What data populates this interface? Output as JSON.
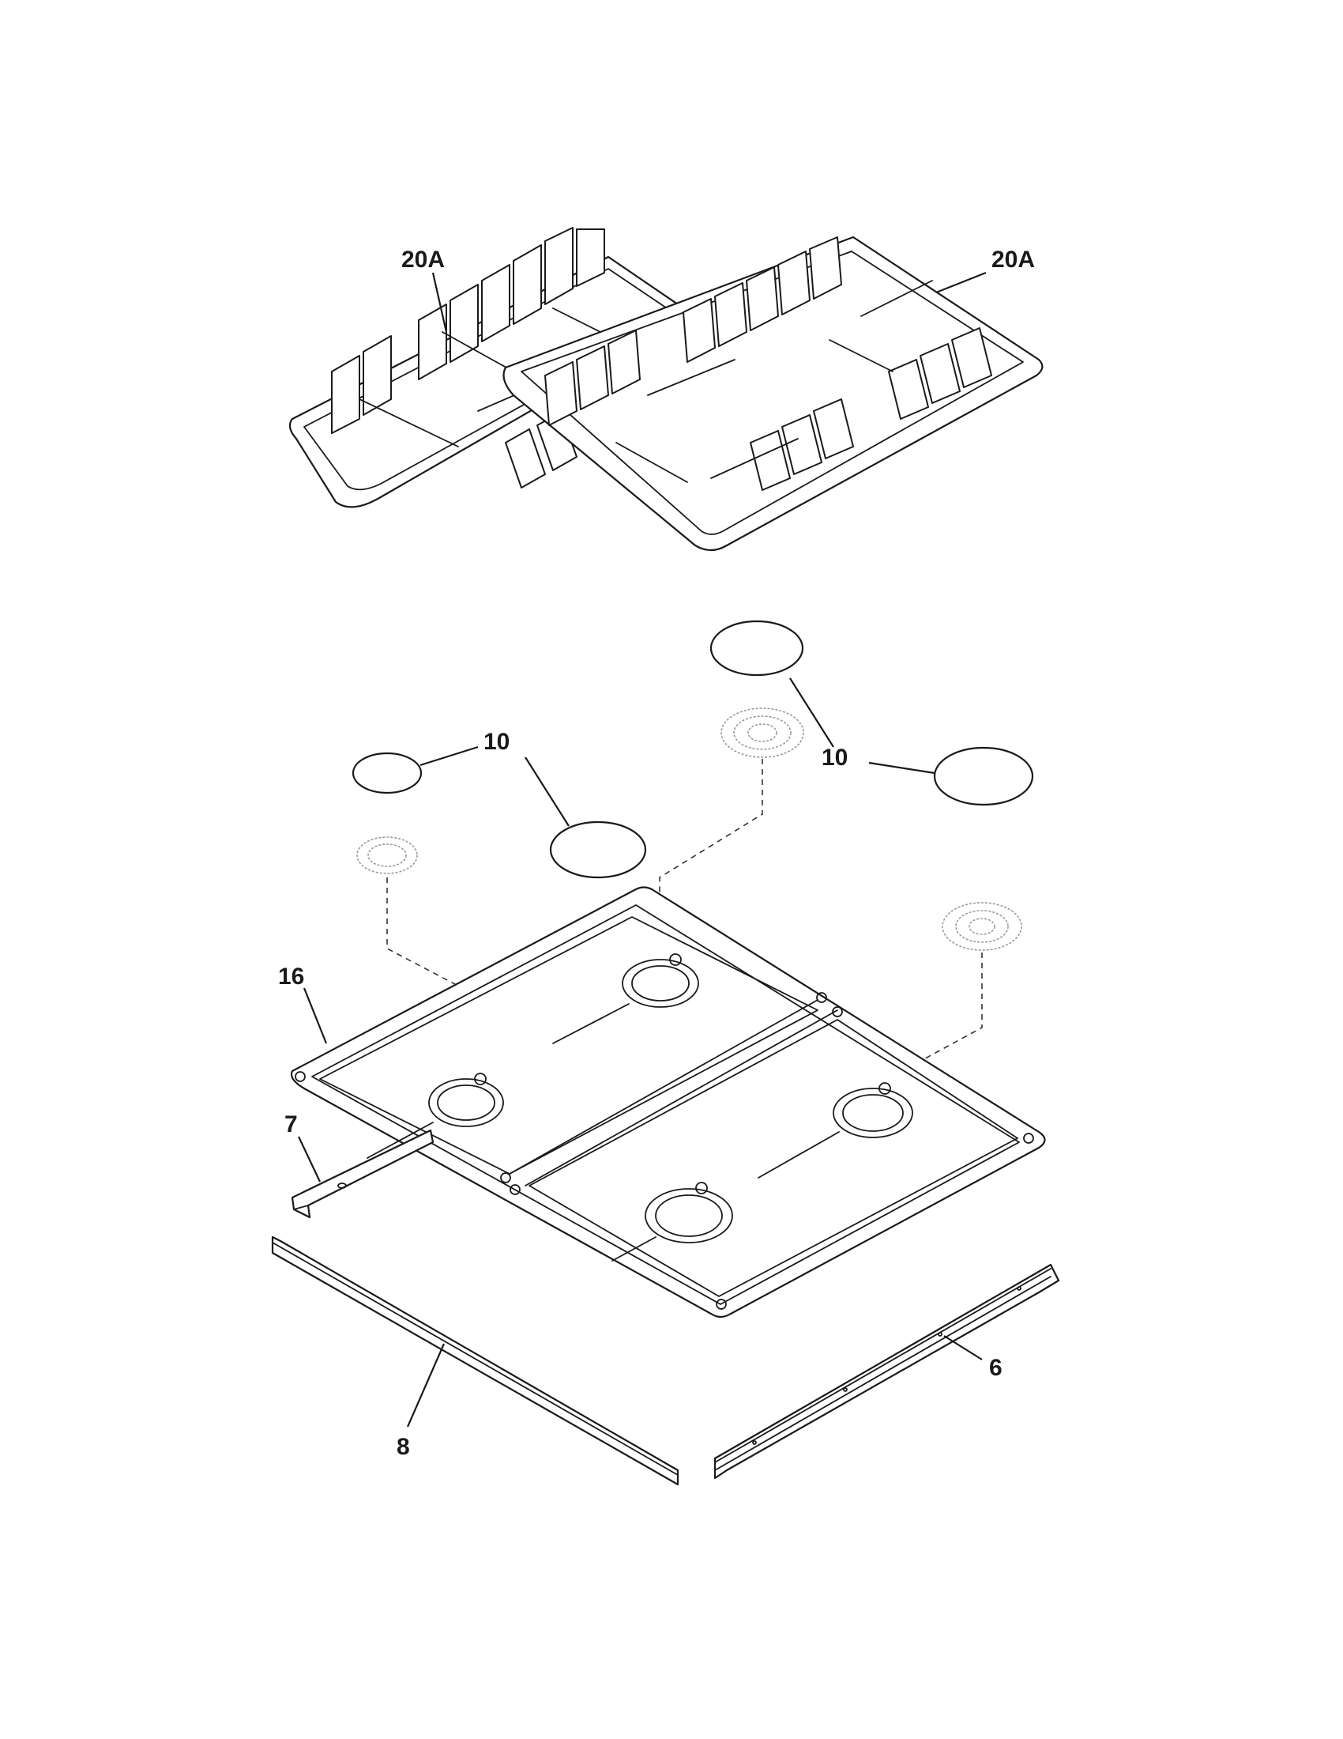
{
  "callouts": {
    "grate_left": "20A",
    "grate_right": "20A",
    "cap_small": "10",
    "cap_right": "10",
    "main_top": "16",
    "rail_left": "7",
    "trim_front": "8",
    "rail_right": "6"
  }
}
